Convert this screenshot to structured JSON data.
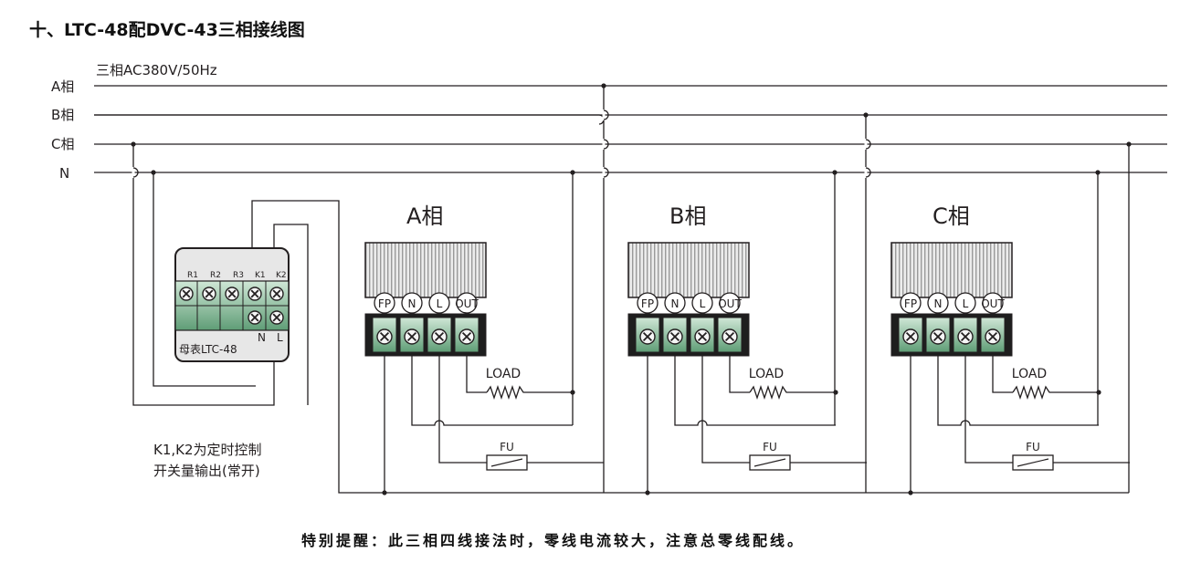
{
  "title": "十、LTC-48配DVC-43三相接线图",
  "supply": "三相AC380V/50Hz",
  "lines": {
    "a": "A相",
    "b": "B相",
    "c": "C相",
    "n": "N"
  },
  "meter": {
    "caption": "母表LTC-48",
    "terminals": [
      "R1",
      "R2",
      "R3",
      "K1",
      "K2"
    ],
    "bottom_labels": [
      "N",
      "L"
    ],
    "note_line1": "K1,K2为定时控制",
    "note_line2": "开关量输出(常开)"
  },
  "units": [
    {
      "label": "A相"
    },
    {
      "label": "B相"
    },
    {
      "label": "C相"
    }
  ],
  "unit_terminals": [
    "FP",
    "N",
    "L",
    "OUT"
  ],
  "load_label": "LOAD",
  "fuse_label": "FU",
  "footer": "特别提醒：此三相四线接法时，零线电流较大，注意总零线配线。"
}
